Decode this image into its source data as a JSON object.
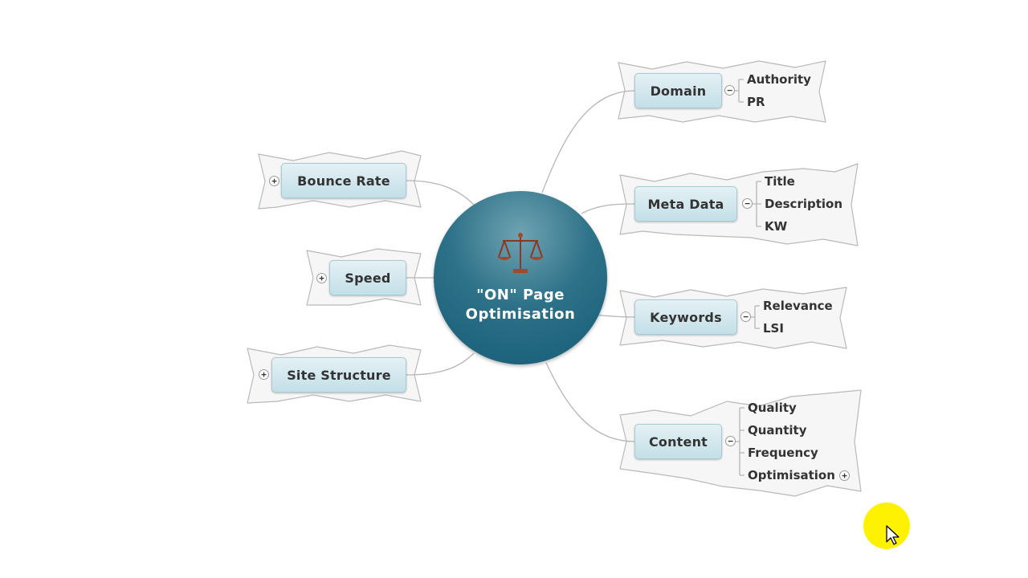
{
  "central": {
    "title_line1": "\"ON\" Page",
    "title_line2": "Optimisation",
    "icon": "scales-of-justice-icon"
  },
  "topics": {
    "domain": {
      "label": "Domain",
      "subtopics": [
        "Authority",
        "PR"
      ]
    },
    "meta_data": {
      "label": "Meta Data",
      "subtopics": [
        "Title",
        "Description",
        "KW"
      ]
    },
    "keywords": {
      "label": "Keywords",
      "subtopics": [
        "Relevance",
        "LSI"
      ]
    },
    "content": {
      "label": "Content",
      "subtopics": [
        "Quality",
        "Quantity",
        "Frequency",
        "Optimisation"
      ]
    },
    "bounce_rate": {
      "label": "Bounce Rate"
    },
    "speed": {
      "label": "Speed"
    },
    "site_structure": {
      "label": "Site Structure"
    }
  },
  "toggles": {
    "expand": "+",
    "collapse": "−"
  },
  "colors": {
    "central": "#155c75",
    "node_fill": "#c3dfe7",
    "callout_fill": "#f6f6f6",
    "connector": "#b5b5b5",
    "cursor_highlight": "#fff200"
  }
}
